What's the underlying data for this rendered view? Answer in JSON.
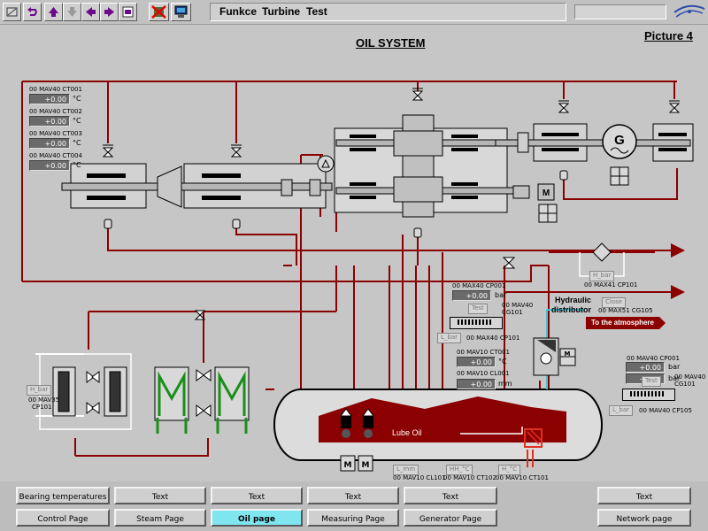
{
  "toolbar": {
    "menu": [
      "Funkce",
      "Turbine",
      "Test"
    ],
    "buttons": [
      "alarm-icon",
      "undo-icon",
      "arrow-up-icon",
      "arrow-down-icon",
      "arrow-left-icon",
      "arrow-right-icon",
      "print-icon",
      "disabled-graph-icon",
      "monitor-icon"
    ]
  },
  "page": {
    "title": "OIL SYSTEM",
    "picture_label": "Picture 4"
  },
  "bearing_temps": [
    {
      "tag": "00 MAV40 CT001",
      "value": "+0.00",
      "unit": "°C"
    },
    {
      "tag": "00 MAV40 CT002",
      "value": "+0.00",
      "unit": "°C"
    },
    {
      "tag": "00 MAV40 CT003",
      "value": "+0.00",
      "unit": "°C"
    },
    {
      "tag": "00 MAV40 CT004",
      "value": "+0.00",
      "unit": "°C"
    }
  ],
  "pressure_cp001": {
    "tag": "00 MAX40 CP001",
    "value": "+0.00",
    "unit": "bar",
    "test": "Test",
    "tag2": "00 MAV40",
    "tag3": "CG101",
    "label": "L_bar",
    "tag4": "00 MAX40 CP101"
  },
  "hydraulic": {
    "line1": "Hydraulic",
    "line2": "distributor",
    "close": "Close",
    "close_tag": "00 MAX51 CG105",
    "filter_label": "H_bar",
    "filter_tag": "00 MAX41 CP101"
  },
  "atmosphere": "To the atmosphere",
  "tank_temp": {
    "tag": "00 MAV10 CT001",
    "value": "+0.00",
    "unit": "°C"
  },
  "tank_level": {
    "tag": "00 MAV10 CL001",
    "value": "+0.00",
    "unit": "mm"
  },
  "right_group": {
    "tag": "00 MAV40 CP001",
    "value": "+0.00",
    "unit": "bar",
    "value2": "+0.00",
    "unit2": "bar",
    "test": "Test",
    "tag2": "00 MAV40",
    "tag3": "CG101",
    "label": "L_bar",
    "tag4": "00 MAV40 CP105"
  },
  "cooler": {
    "label": "H_bar",
    "tag1": "00 MAV35",
    "tag2": "CP101"
  },
  "tank": {
    "name": "Lube Oil",
    "level_label": "L_mm",
    "level_tag": "00 MAV10 CL101",
    "temp1_label": "HH_°C",
    "temp1_tag": "00 MAV10 CT102",
    "temp2_label": "H_°C",
    "temp2_tag": "00 MAV10 CT101"
  },
  "nav": {
    "row1": [
      "Bearing temperatures trend",
      "Text",
      "Text",
      "Text",
      "Text",
      "Text"
    ],
    "row2": [
      "Control Page",
      "Steam Page",
      "Oil page",
      "Measuring Page",
      "Generator Page",
      "Network page"
    ],
    "active": "Oil page"
  },
  "colors": {
    "pipe": "#8b0000",
    "cooling": "#1a8f1a",
    "atmosphere": "#40c8d8",
    "background": "#c6c6c6"
  }
}
